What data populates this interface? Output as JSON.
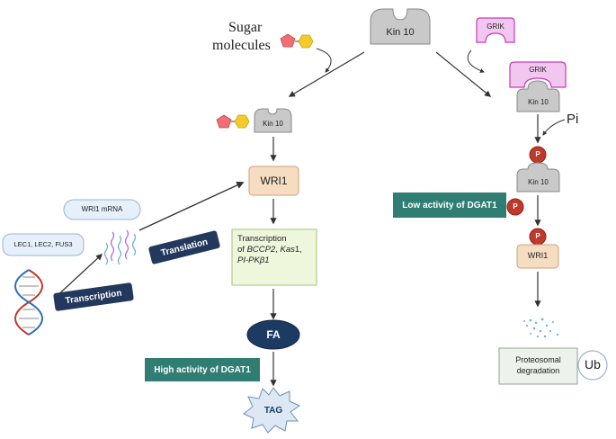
{
  "labels": {
    "sugar_line1": "Sugar",
    "sugar_line2": "molecules",
    "kin10_top": "Kin 10",
    "kin10_left": "Kin 10",
    "kin10_right_bound": "Kin 10",
    "kin10_right_phos": "Kin 10",
    "grik_free": "GRIK",
    "grik_bound": "GRIK",
    "pi": "Pi",
    "p": "P",
    "wri1_left": "WRI1",
    "wri1_right": "WRI1",
    "wri1_mrna": "WRI1 mRNA",
    "lec": "LEC1, LEC2, FUS3",
    "transcription": "Transcription",
    "translation": "Translation",
    "transcription_box_line1": "Transcription",
    "transcription_box_of": "of ",
    "bccp2": "BCCP2",
    "comma1": ", ",
    "kas": "Kas",
    "kas_num": "1,",
    "pipk": "PI-PKβ1",
    "fa": "FA",
    "high_dgat1": "High activity of DGAT1",
    "tag": "TAG",
    "low_dgat1": "Low activity of DGAT1",
    "proteosomal_line1": "Proteosomal",
    "proteosomal_line2": "degradation",
    "ub": "Ub"
  },
  "colors": {
    "kin10_fill": "#c9c9c9",
    "grik_fill": "#f2c7ef",
    "grik_stroke": "#c93ab8",
    "wri1_fill": "#f6dcc0",
    "wri1_stroke": "#d0a07a",
    "transcription_box_fill": "#eef6dc",
    "fa_fill": "#1d3a63",
    "tag_fill": "#dde8f4",
    "band_fill": "#2f7d73",
    "navy_fill": "#22385c",
    "phos_fill": "#c0392b",
    "pentagon": "#ef6f73",
    "hexagon": "#f4cc2a",
    "mrna_box": "#e6f0fb",
    "proteo_fill": "#edf2ec"
  }
}
